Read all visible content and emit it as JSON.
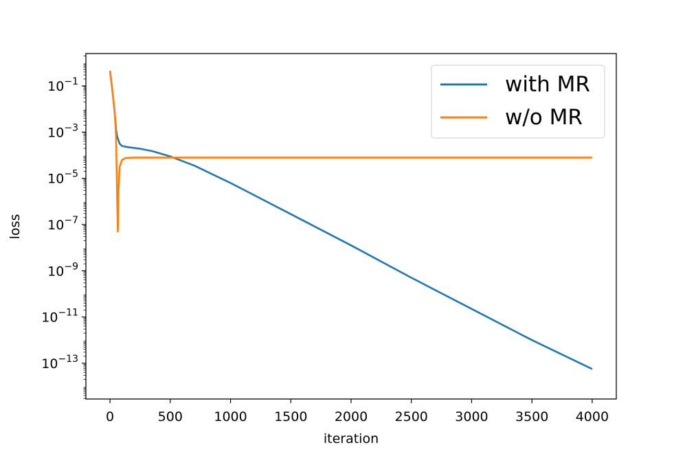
{
  "chart_data": {
    "type": "line",
    "title": "",
    "xlabel": "iteration",
    "ylabel": "loss",
    "xlim": [
      -200,
      4200
    ],
    "ylim_exponent": [
      -14.55,
      0.4
    ],
    "yscale": "log",
    "x_ticks": [
      0,
      500,
      1000,
      1500,
      2000,
      2500,
      3000,
      3500,
      4000
    ],
    "x_tick_labels": [
      "0",
      "500",
      "1000",
      "1500",
      "2000",
      "2500",
      "3000",
      "3500",
      "4000"
    ],
    "y_ticks_exponent": [
      -1,
      -3,
      -5,
      -7,
      -9,
      -11,
      -13
    ],
    "y_tick_base": "10",
    "y_tick_exponent_labels": [
      "−1",
      "−3",
      "−5",
      "−7",
      "−9",
      "−11",
      "−13"
    ],
    "grid": false,
    "legend_placement": "top-right",
    "series": [
      {
        "name": "with MR",
        "color": "#1f77b4",
        "x": [
          0,
          20,
          40,
          50,
          60,
          80,
          100,
          150,
          250,
          350,
          500,
          700,
          1000,
          1500,
          2000,
          2500,
          3000,
          3500,
          4000
        ],
        "log10_y": [
          -0.35,
          -1.2,
          -2.2,
          -2.9,
          -3.2,
          -3.5,
          -3.6,
          -3.65,
          -3.72,
          -3.82,
          -4.05,
          -4.45,
          -5.2,
          -6.55,
          -7.9,
          -9.3,
          -10.65,
          -12.0,
          -13.25
        ]
      },
      {
        "name": "w/o MR",
        "color": "#ff7f0e",
        "x": [
          0,
          20,
          40,
          50,
          55,
          60,
          65,
          70,
          80,
          100,
          130,
          200,
          1000,
          2000,
          3000,
          4000
        ],
        "log10_y": [
          -0.35,
          -1.2,
          -2.2,
          -3.2,
          -4.5,
          -6.0,
          -7.3,
          -5.6,
          -4.5,
          -4.2,
          -4.12,
          -4.1,
          -4.1,
          -4.1,
          -4.1,
          -4.1
        ]
      }
    ]
  }
}
